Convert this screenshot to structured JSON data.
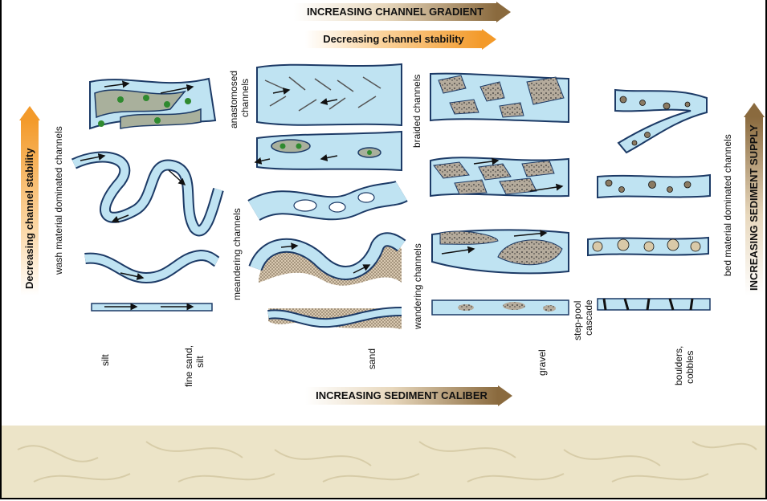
{
  "arrows": {
    "channel_gradient": "INCREASING CHANNEL GRADIENT",
    "channel_stability_h": "Decreasing channel stability",
    "sediment_caliber": "INCREASING SEDIMENT CALIBER",
    "channel_stability_v": "Decreasing channel stability",
    "sediment_supply": "INCREASING SEDIMENT SUPPLY"
  },
  "side_labels": {
    "wash_material": "wash material dominated channels",
    "bed_material": "bed material dominated channels"
  },
  "channel_types": {
    "anastomosed": [
      "anastomosed",
      "channels"
    ],
    "meandering": "meandering channels",
    "braided": "braided channels",
    "wandering": "wandering channels",
    "step_pool": [
      "step-pool",
      "cascade"
    ]
  },
  "sediment_labels": {
    "silt": "silt",
    "fine_sand": [
      "fine sand,",
      "silt"
    ],
    "sand": "sand",
    "gravel": "gravel",
    "boulders": [
      "boulders,",
      "cobbles"
    ]
  },
  "colors": {
    "water": "#bfe3f2",
    "bank": "#1c3a66",
    "arrow_orange": "#f39a2a",
    "arrow_brown": "#8a6a3e",
    "vegetation": "#2f8a2f",
    "bar_fill": "#b5ab9c",
    "background_texture": "#ece4c8"
  }
}
